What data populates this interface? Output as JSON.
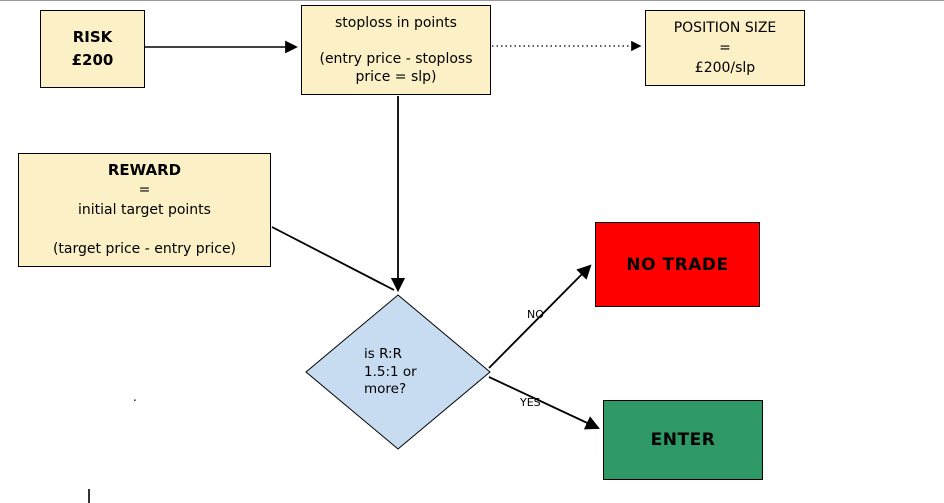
{
  "colors": {
    "node_fill": "#fcf0c6",
    "node_border": "#000000",
    "diamond_fill": "#c7dcf0",
    "no_trade_fill": "#ff0000",
    "enter_fill": "#2e9966",
    "line": "#000000"
  },
  "nodes": {
    "risk": {
      "text": "RISK\n£200"
    },
    "stoploss": {
      "text": "stoploss in points\n\n(entry price - stoploss\nprice = slp)"
    },
    "position_size": {
      "text": "POSITION SIZE\n=\n£200/slp"
    },
    "reward": {
      "title": "REWARD",
      "body": "=\ninitial target points\n\n(target price - entry price)"
    },
    "decision": {
      "text": "is R:R\n1.5:1 or\nmore?"
    },
    "no_trade": {
      "label": "NO TRADE"
    },
    "enter": {
      "label": "ENTER"
    }
  },
  "edge_labels": {
    "no": "NO",
    "yes": "YES"
  },
  "stray": {
    "dot": "."
  }
}
